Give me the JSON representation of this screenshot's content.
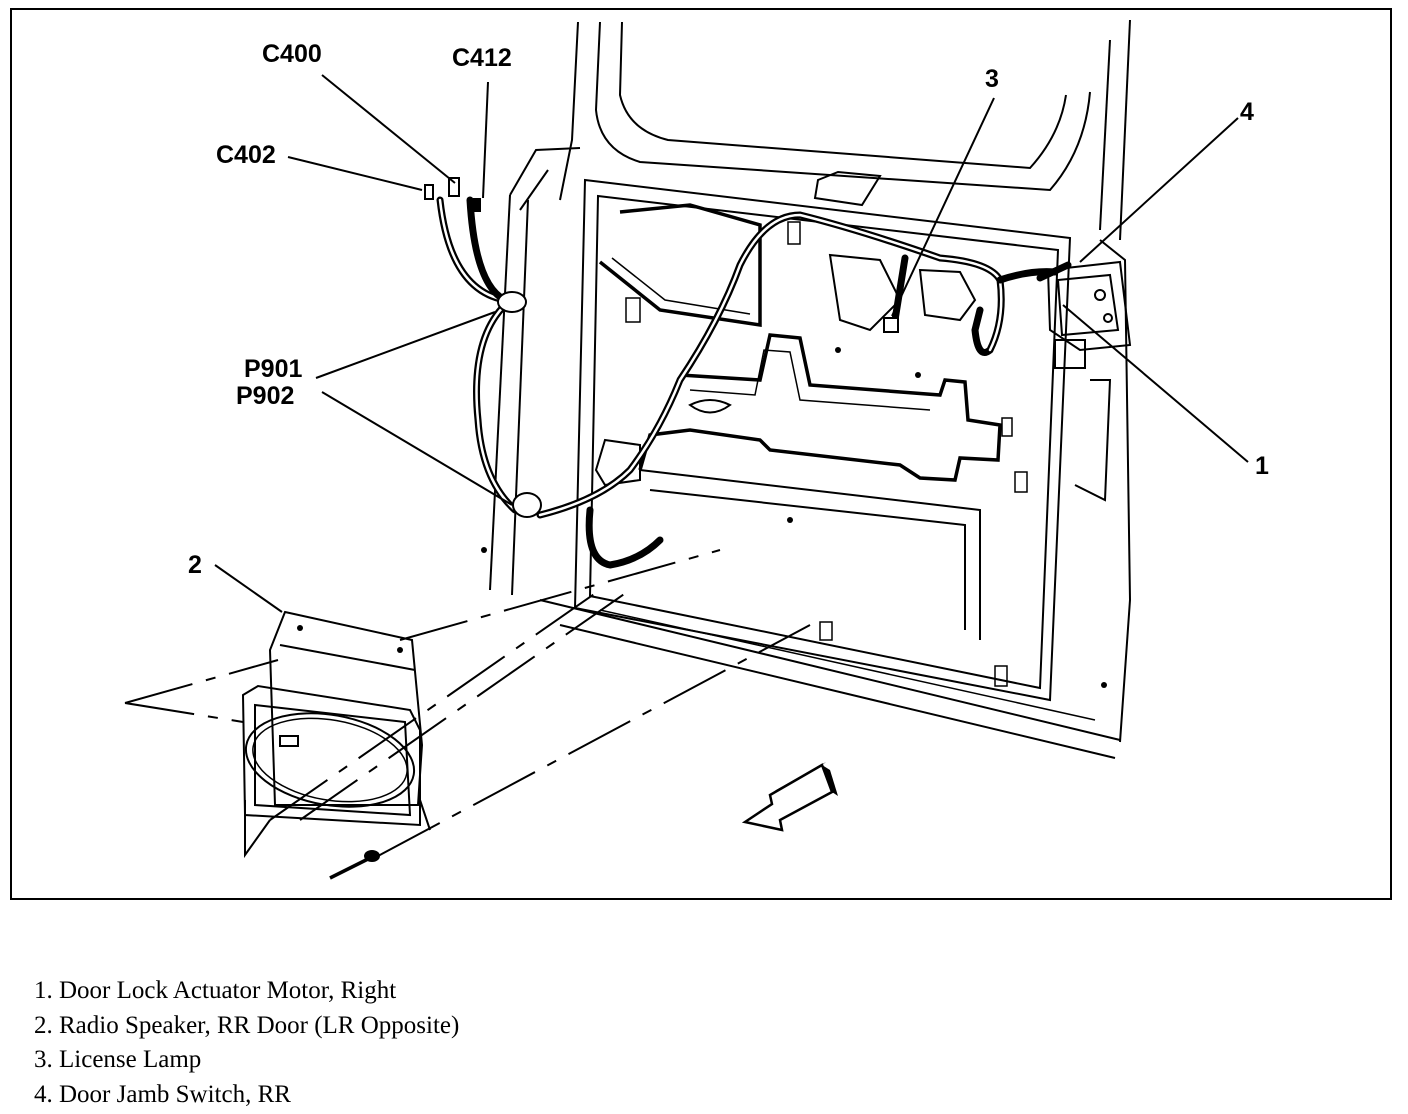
{
  "connectors": {
    "c400": "C400",
    "c412": "C412",
    "c402": "C402",
    "p901": "P901",
    "p902": "P902"
  },
  "callouts": {
    "n1": "1",
    "n2": "2",
    "n3": "3",
    "n4": "4"
  },
  "legend": [
    "1. Door Lock Actuator Motor, Right",
    "2. Radio Speaker, RR Door (LR Opposite)",
    "3. License Lamp",
    "4. Door Jamb Switch, RR"
  ]
}
